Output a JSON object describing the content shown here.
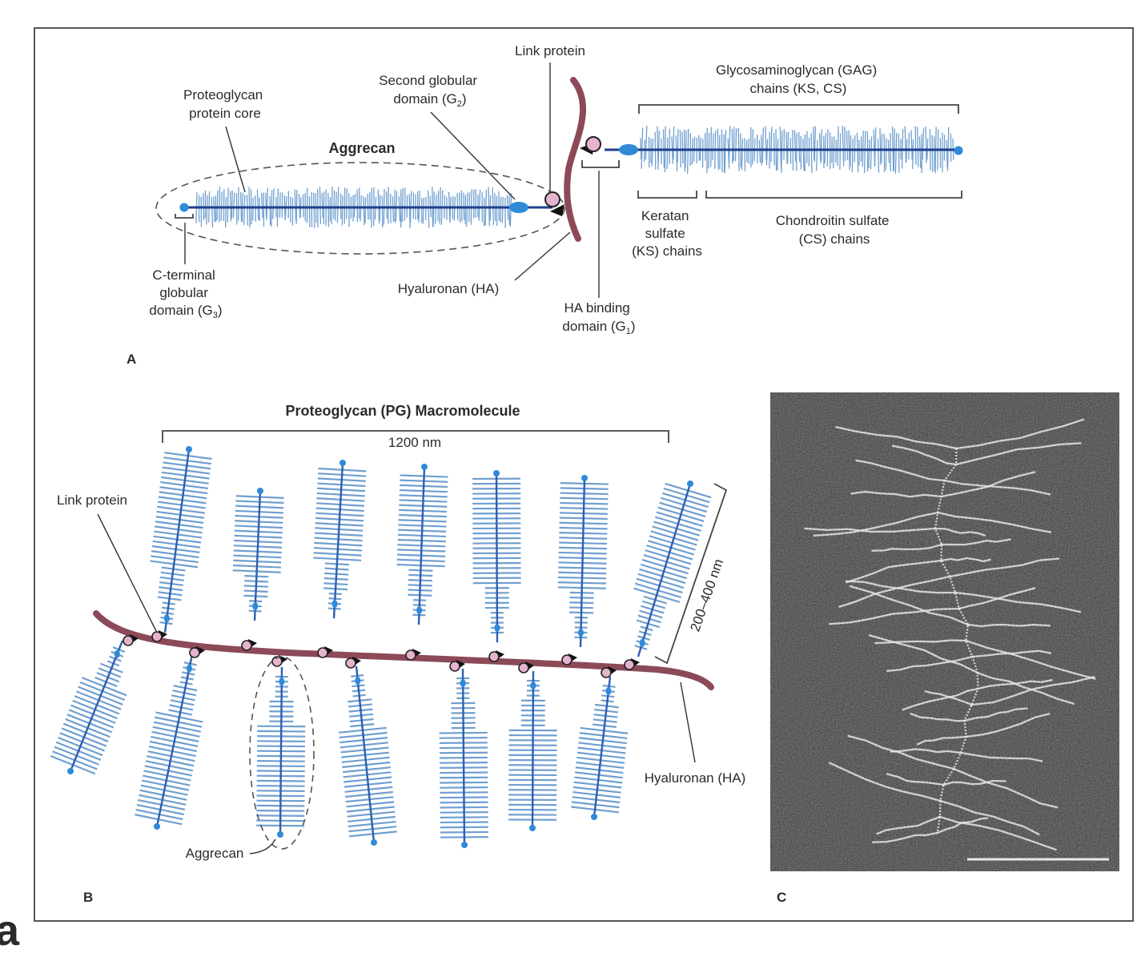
{
  "colors": {
    "core": "#1f3f8a",
    "gag": "#6f9fd0",
    "hyaluronan": "#8c4a58",
    "link_protein": "#e6b3cf",
    "globular": "#2f8ad8",
    "frame": "#555555"
  },
  "panel_a": {
    "letter": "A",
    "title": "Aggrecan",
    "labels": {
      "core_1": "Proteoglycan",
      "core_2": "protein core",
      "g2_1": "Second globular",
      "g2_2": "domain (G",
      "g2_sub": "2",
      "g2_end": ")",
      "link": "Link protein",
      "gag_1": "Glycosaminoglycan (GAG)",
      "gag_2": "chains (KS, CS)",
      "g3_1": "C-terminal",
      "g3_2": "globular",
      "g3_3": "domain (G",
      "g3_sub": "3",
      "g3_end": ")",
      "ha": "Hyaluronan (HA)",
      "g1_1": "HA binding",
      "g1_2": "domain (G",
      "g1_sub": "1",
      "g1_end": ")",
      "ks_1": "Keratan",
      "ks_2": "sulfate",
      "ks_3": "(KS) chains",
      "cs_1": "Chondroitin sulfate",
      "cs_2": "(CS) chains"
    }
  },
  "panel_b": {
    "letter": "B",
    "title": "Proteoglycan (PG) Macromolecule",
    "length": "1200 nm",
    "width": "200–400 nm",
    "link": "Link protein",
    "aggrecan": "Aggrecan",
    "ha": "Hyaluronan (HA)"
  },
  "panel_c": {
    "letter": "C"
  },
  "cut_letter": "a"
}
